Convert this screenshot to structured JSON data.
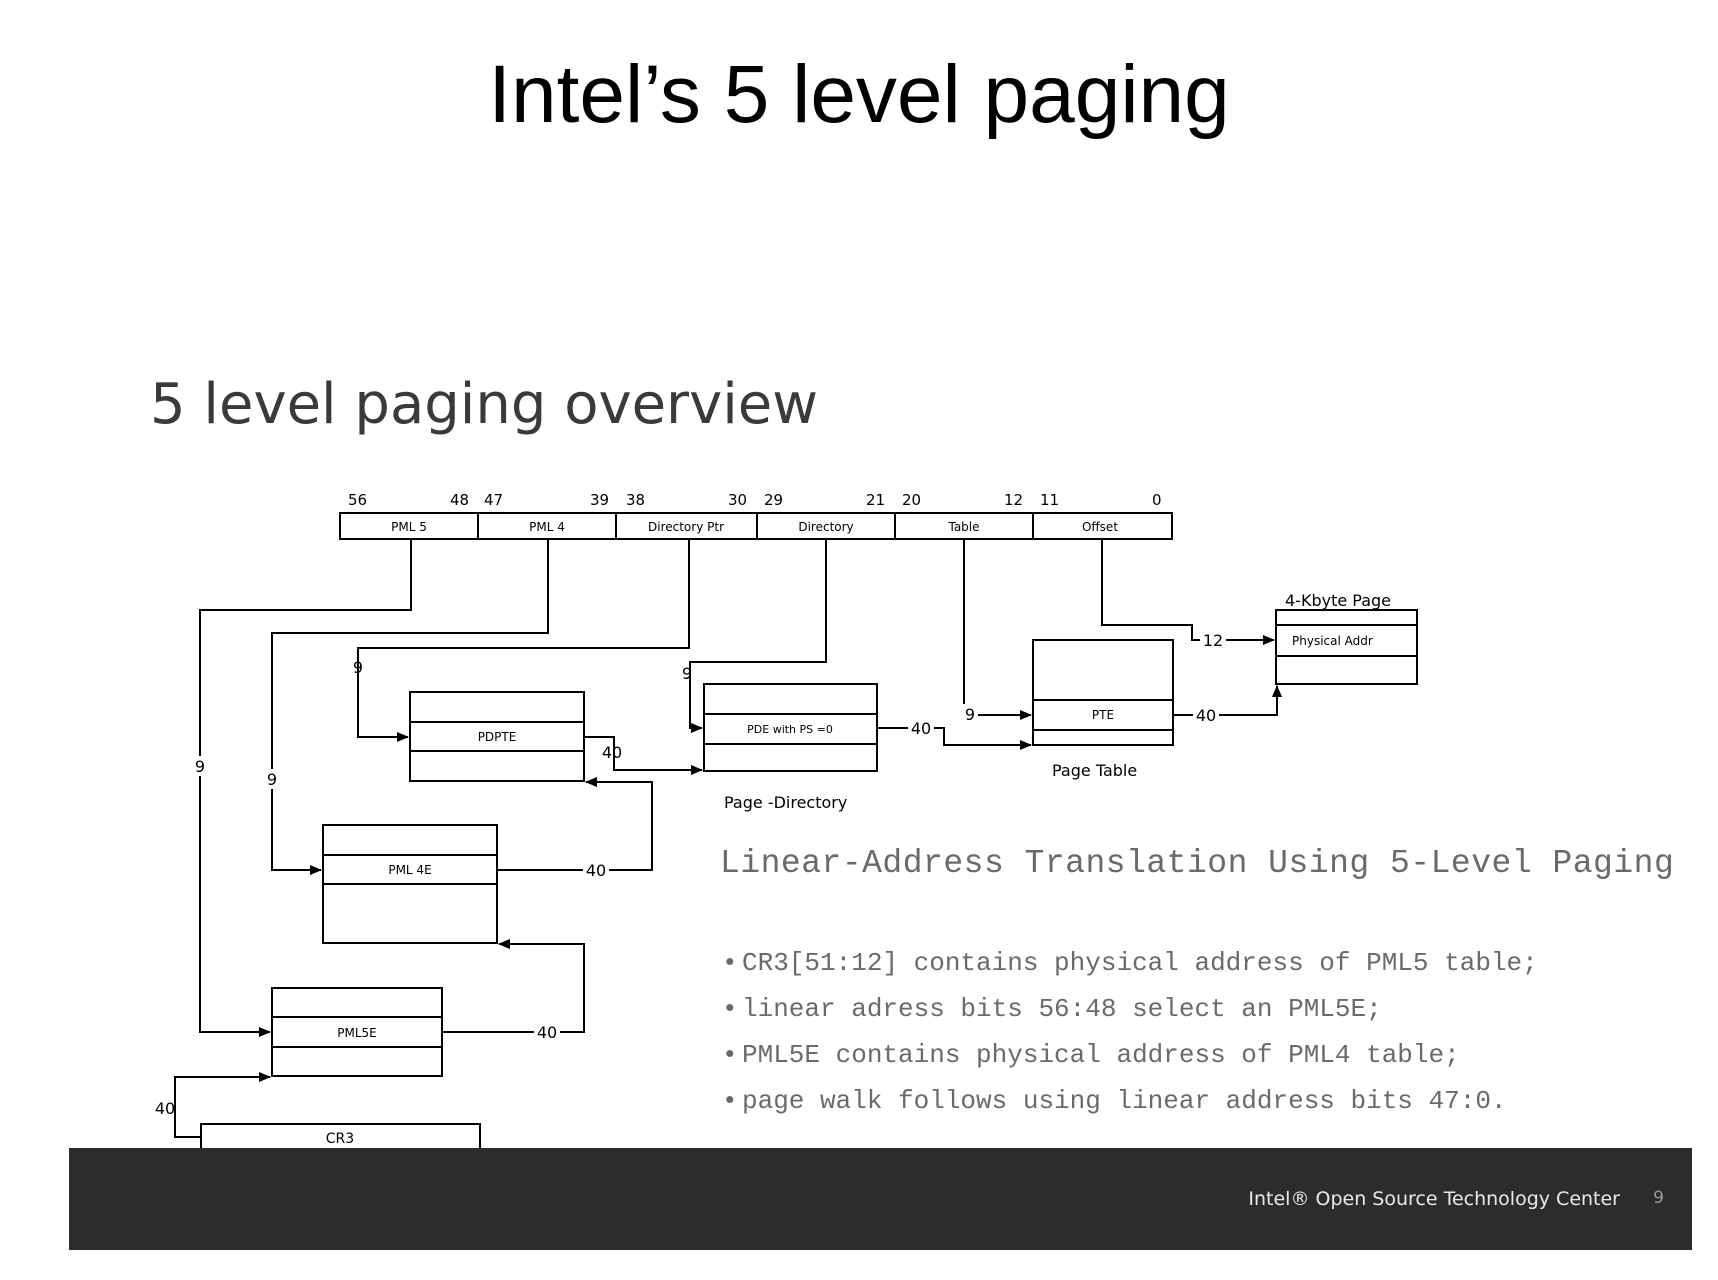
{
  "slide": {
    "title": "Intel’s 5 level paging",
    "subtitle": "5 level paging overview"
  },
  "address_fields": [
    {
      "label": "PML 5",
      "high": "56",
      "low": "48"
    },
    {
      "label": "PML 4",
      "high": "47",
      "low": "39"
    },
    {
      "label": "Directory Ptr",
      "high": "38",
      "low": "30"
    },
    {
      "label": "Directory",
      "high": "29",
      "low": "21"
    },
    {
      "label": "Table",
      "high": "20",
      "low": "12"
    },
    {
      "label": "Offset",
      "high": "11",
      "low": "0"
    }
  ],
  "tables": {
    "pml5e": "PML5E",
    "pml4e": "PML 4E",
    "pdpte": "PDPTE",
    "pde": "PDE with PS =0",
    "pte": "PTE",
    "physical_addr": "Physical Addr",
    "cr3": "CR3"
  },
  "table_captions": {
    "page_directory": "Page -Directory",
    "page_table": "Page Table",
    "page_4k": "4-Kbyte Page"
  },
  "bit_widths": {
    "index": "9",
    "pointer": "40",
    "offset": "12"
  },
  "caption": "Linear-Address Translation Using 5-Level Paging",
  "bullets": [
    "CR3[51:12] contains physical address of PML5 table;",
    "linear adress bits 56:48 select an PML5E;",
    "PML5E contains physical address of PML4 table;",
    "page walk follows using linear address bits 47:0."
  ],
  "footer": {
    "label": "Intel® Open Source Technology Center",
    "page": "9"
  }
}
